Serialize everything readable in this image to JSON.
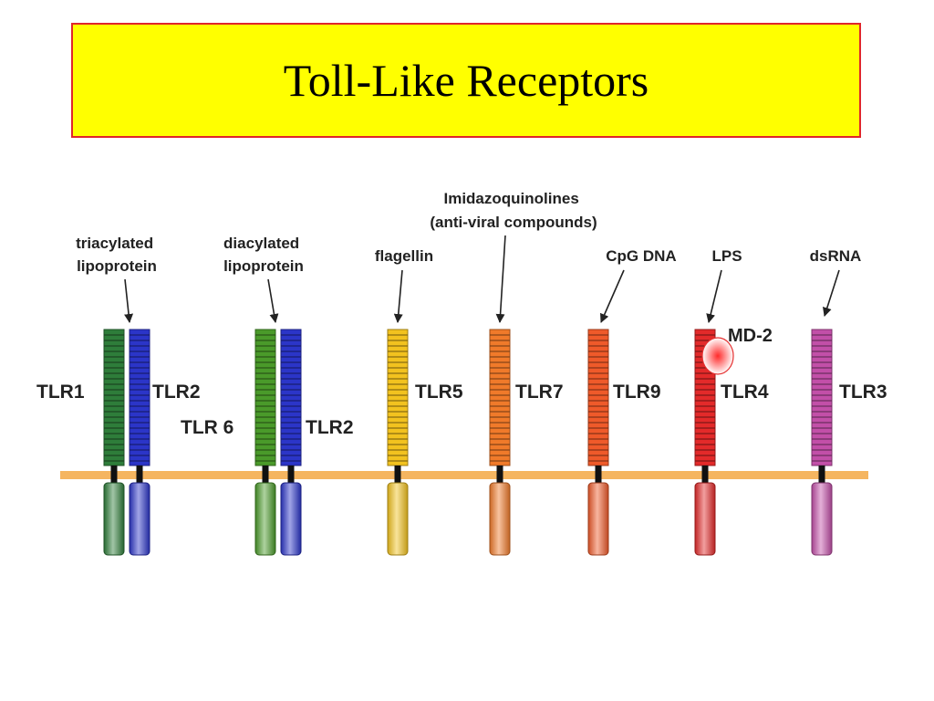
{
  "title": "Toll-Like Receptors",
  "membrane_color": "#f5b560",
  "receptors": [
    {
      "id": "tlr1",
      "label": "TLR1",
      "color": "#2e7d3a"
    },
    {
      "id": "tlr2a",
      "label": "TLR2",
      "color": "#2b35c8"
    },
    {
      "id": "tlr6",
      "label": "TLR 6",
      "color": "#4a9a2a"
    },
    {
      "id": "tlr2b",
      "label": "TLR2",
      "color": "#2b35c8"
    },
    {
      "id": "tlr5",
      "label": "TLR5",
      "color": "#f2c21f"
    },
    {
      "id": "tlr7",
      "label": "TLR7",
      "color": "#f07a2a"
    },
    {
      "id": "tlr9",
      "label": "TLR9",
      "color": "#ef5a2a"
    },
    {
      "id": "tlr4",
      "label": "TLR4",
      "color": "#e32a2a"
    },
    {
      "id": "tlr3",
      "label": "TLR3",
      "color": "#c24fa8"
    }
  ],
  "ligands": [
    {
      "id": "triacylated",
      "lines": [
        "triacylated",
        "lipoprotein"
      ]
    },
    {
      "id": "diacylated",
      "lines": [
        "diacylated",
        "lipoprotein"
      ]
    },
    {
      "id": "flagellin",
      "lines": [
        "flagellin"
      ]
    },
    {
      "id": "imidazoquinolines",
      "lines": [
        "Imidazoquinolines",
        "(anti-viral compounds)"
      ]
    },
    {
      "id": "cpg",
      "lines": [
        "CpG DNA"
      ]
    },
    {
      "id": "lps",
      "lines": [
        "LPS"
      ]
    },
    {
      "id": "dsrna",
      "lines": [
        "dsRNA"
      ]
    }
  ],
  "md2": {
    "label": "MD-2",
    "color": "#e53030"
  }
}
